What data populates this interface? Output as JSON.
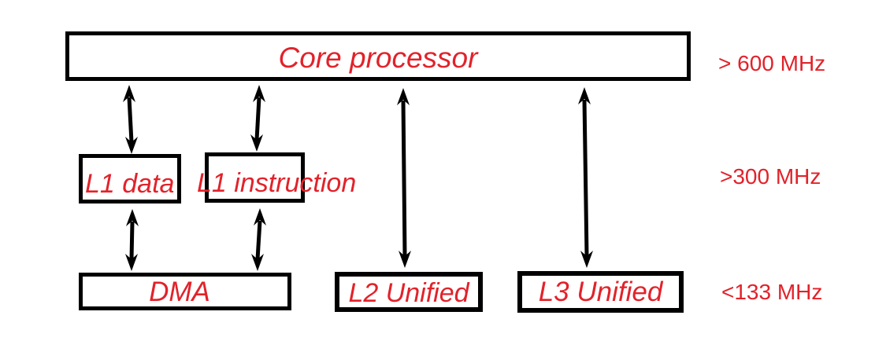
{
  "diagram": {
    "boxes": {
      "core": "Core processor",
      "l1_data": "L1 data",
      "l1_instruction": "L1 instruction",
      "dma": "DMA",
      "l2": "L2 Unified",
      "l3": "L3 Unified"
    },
    "frequency_labels": {
      "core_row": "> 600 MHz",
      "l1_row": ">300 MHz",
      "bottom_row": "<133 MHz"
    },
    "colors": {
      "text_red": "#e2222a",
      "line_black": "#000000",
      "background": "#ffffff"
    }
  }
}
